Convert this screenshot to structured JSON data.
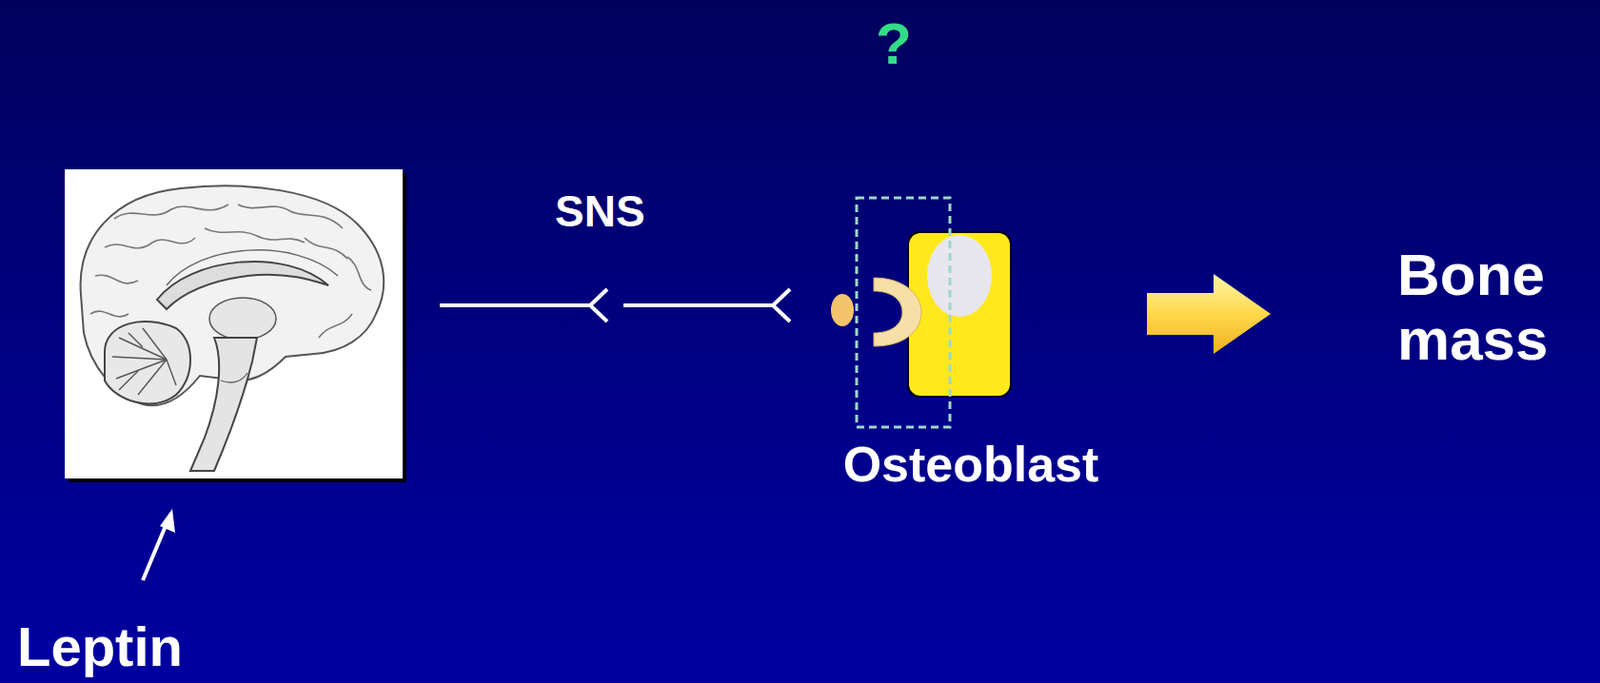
{
  "diagram": {
    "nodes": [
      {
        "text": [
          "Osteoblast"
        ]
      }
    ],
    "labels": [
      "?",
      "SNS",
      "Leptin",
      "Bone mass"
    ]
  }
}
